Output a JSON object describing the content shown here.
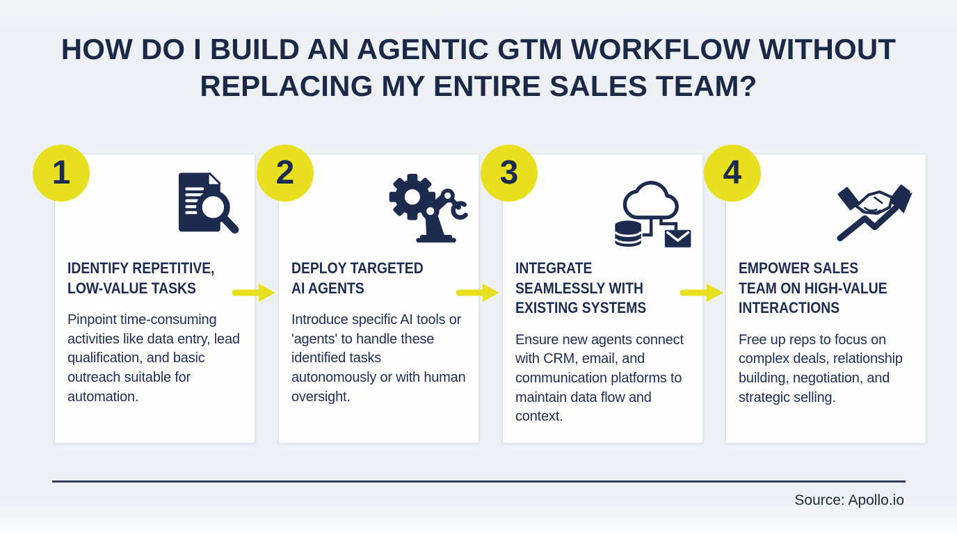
{
  "title": {
    "text": "HOW DO I BUILD AN AGENTIC GTM WORKFLOW WITHOUT\nREPLACING MY ENTIRE SALES TEAM?"
  },
  "steps": [
    {
      "number": "1",
      "icon": "document-search-icon",
      "title": "IDENTIFY REPETITIVE,\nLOW-VALUE TASKS",
      "description": "Pinpoint time-consuming activities like data entry, lead qualification, and basic outreach suitable for automation."
    },
    {
      "number": "2",
      "icon": "robotic-arm-gear-icon",
      "title": "DEPLOY TARGETED\nAI AGENTS",
      "description": "Introduce specific AI tools or 'agents' to handle these identified tasks autonomously or with human oversight."
    },
    {
      "number": "3",
      "icon": "cloud-database-email-icon",
      "title": "INTEGRATE\nSEAMLESSLY WITH\nEXISTING SYSTEMS",
      "description": "Ensure new agents connect with CRM, email, and communication platforms to maintain data flow and context."
    },
    {
      "number": "4",
      "icon": "handshake-growth-arrow-icon",
      "title": "EMPOWER SALES\nTEAM ON HIGH-VALUE\nINTERACTIONS",
      "description": "Free up reps to focus on complex deals, relationship building, negotiation, and strategic selling."
    }
  ],
  "footer": {
    "source_label": "Source: Apollo.io"
  },
  "colors": {
    "accent_yellow": "#e8e01f",
    "navy": "#1d2b4f",
    "background": "#eef1f6",
    "card_background": "#fefefe",
    "card_border": "#dce1e9"
  }
}
